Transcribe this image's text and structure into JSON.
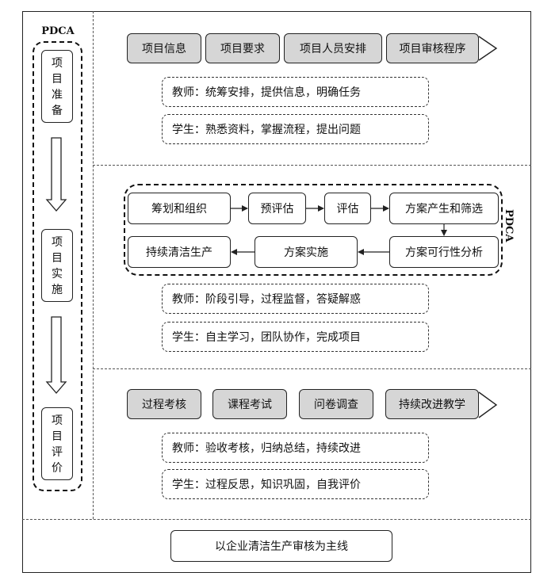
{
  "left": {
    "pdca_label": "PDCA",
    "stages": [
      {
        "chars": [
          "项",
          "目",
          "准",
          "备"
        ]
      },
      {
        "chars": [
          "项",
          "目",
          "实",
          "施"
        ]
      },
      {
        "chars": [
          "项",
          "目",
          "评",
          "价"
        ]
      }
    ]
  },
  "section1": {
    "steps": [
      "项目信息",
      "项目要求",
      "项目人员安排",
      "项目审核程序"
    ],
    "teacher": "教师：统筹安排，提供信息，明确任务",
    "student": "学生：熟悉资料，掌握流程，提出问题"
  },
  "section2": {
    "cycle_label": "PDCA",
    "row1": [
      "筹划和组织",
      "预评估",
      "评估",
      "方案产生和筛选"
    ],
    "row2": [
      "持续清洁生产",
      "方案实施",
      "方案可行性分析"
    ],
    "teacher": "教师：阶段引导，过程监督，答疑解惑",
    "student": "学生：自主学习，团队协作，完成项目"
  },
  "section3": {
    "steps": [
      "过程考核",
      "课程考试",
      "问卷调查",
      "持续改进教学"
    ],
    "teacher": "教师：验收考核，归纳总结，持续改进",
    "student": "学生：过程反思，知识巩固，自我评价"
  },
  "footer": {
    "mainline": "以企业清洁生产审核为主线"
  }
}
